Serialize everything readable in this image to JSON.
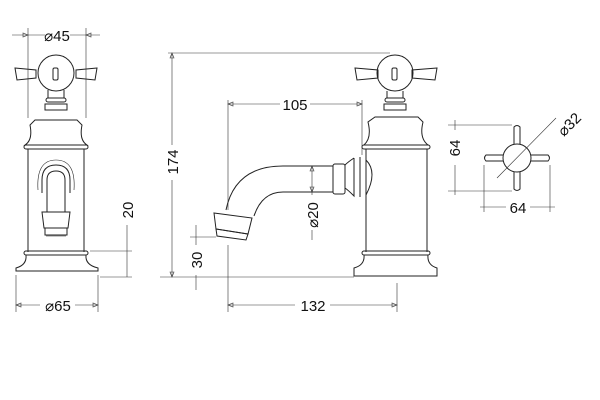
{
  "drawing": {
    "front_view": {
      "top_diameter": "⌀45",
      "base_diameter": "⌀65",
      "spout_height": "20"
    },
    "side_view": {
      "total_height": "174",
      "spout_reach": "105",
      "spout_diameter": "⌀20",
      "outlet_height": "30",
      "total_depth": "132"
    },
    "handle_view": {
      "height": "64",
      "width": "64",
      "diameter": "⌀32"
    },
    "line_color": "#222222"
  }
}
